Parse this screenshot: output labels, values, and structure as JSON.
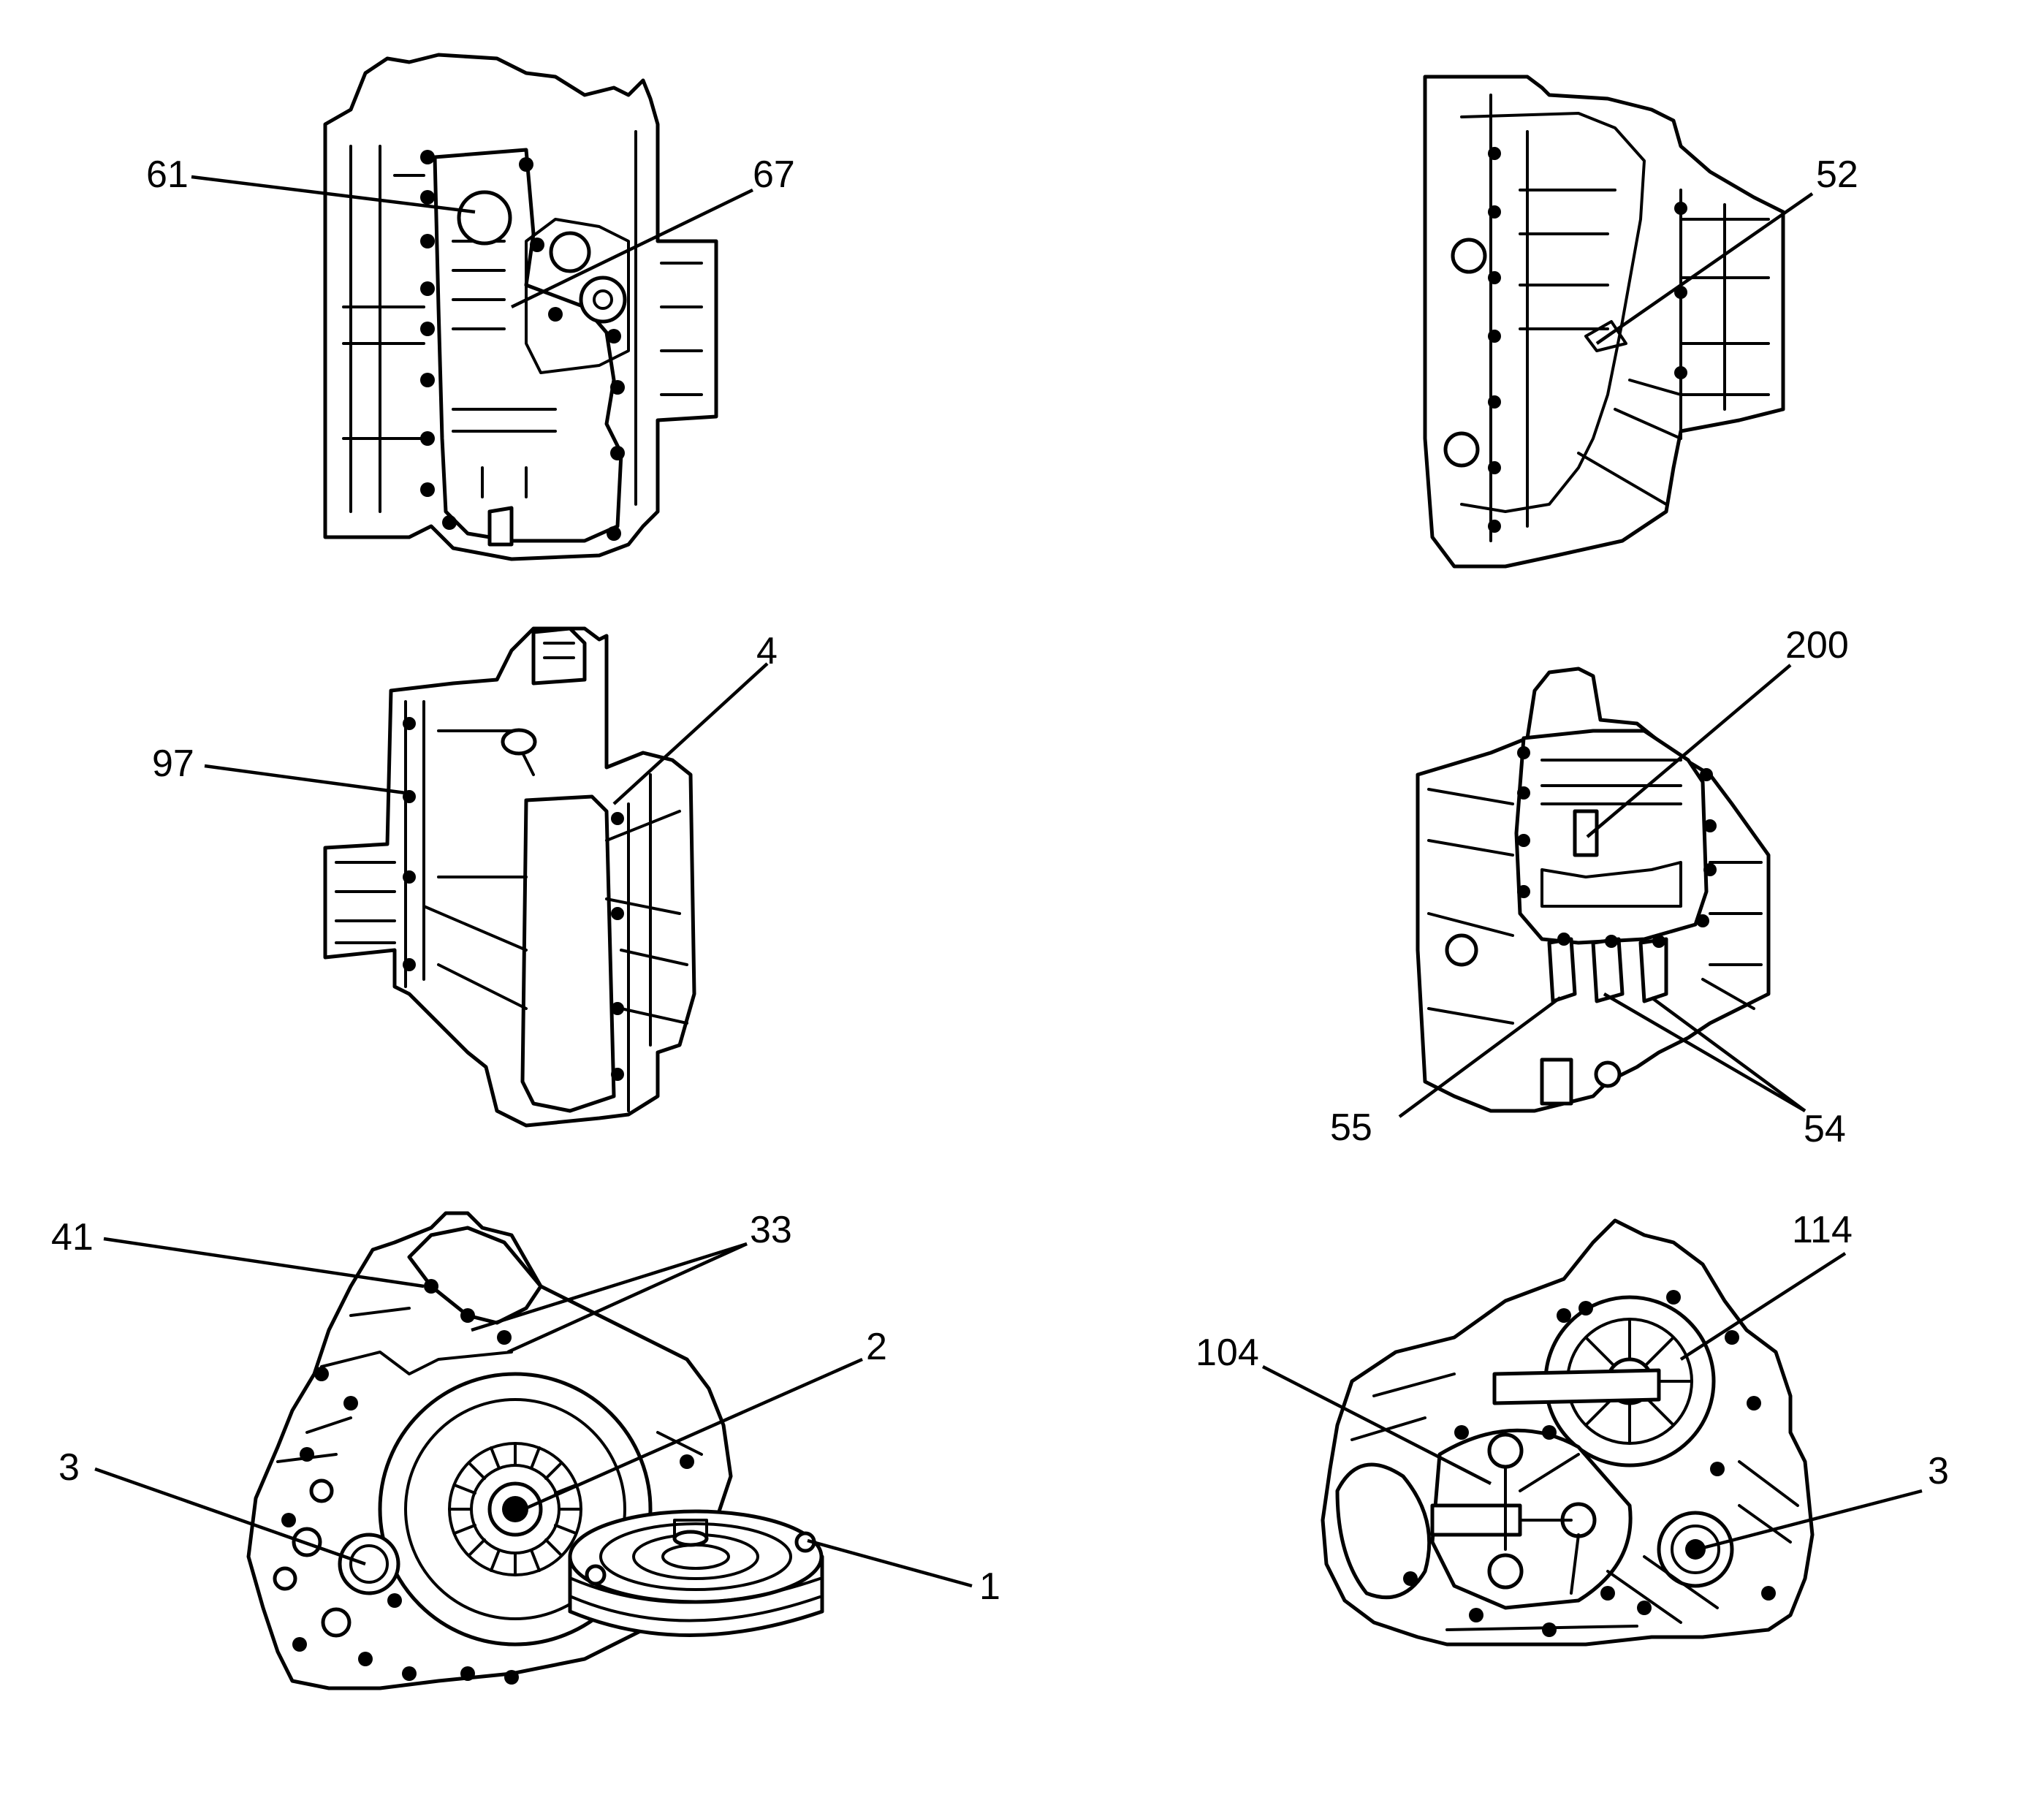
{
  "callouts": {
    "c61": "61",
    "c67": "67",
    "c52": "52",
    "c97": "97",
    "c4": "4",
    "c200": "200",
    "c55": "55",
    "c54": "54",
    "c41": "41",
    "c33": "33",
    "c2": "2",
    "c3a": "3",
    "c1": "1",
    "c104": "104",
    "c114": "114",
    "c3b": "3"
  }
}
